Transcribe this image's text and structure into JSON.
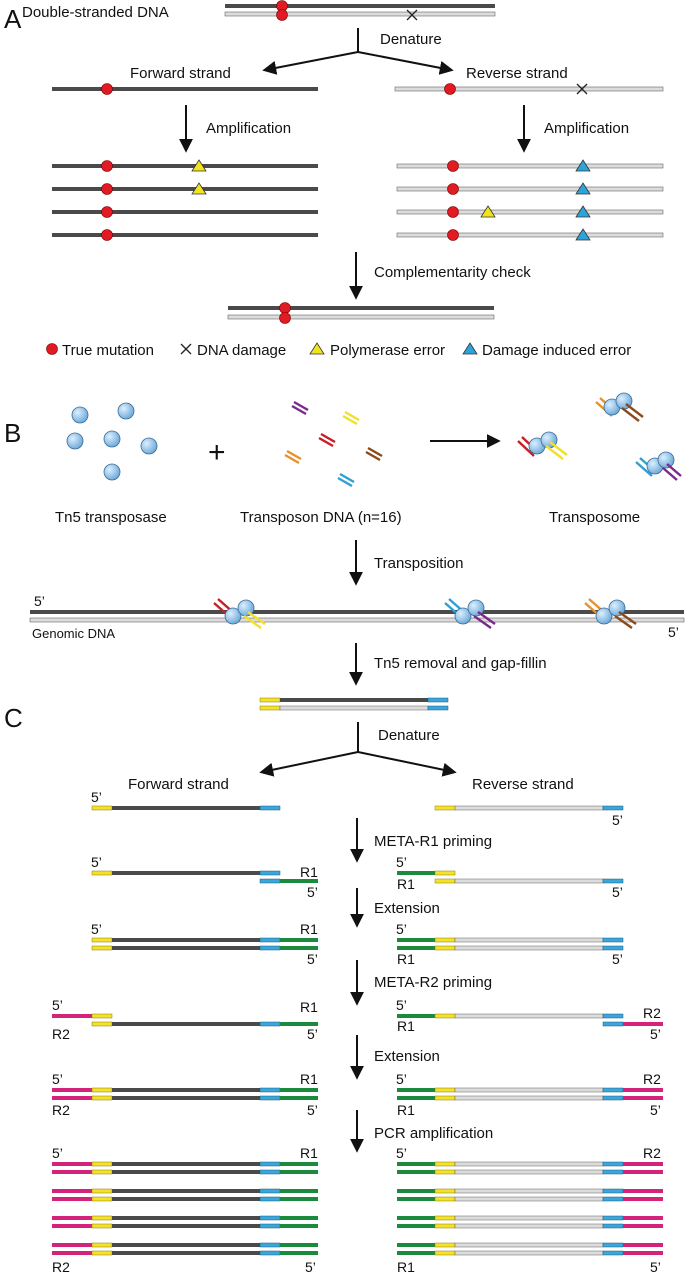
{
  "panel_a": {
    "letter": "A",
    "top_label": "Double-stranded DNA",
    "denature": "Denature",
    "forward": "Forward strand",
    "reverse": "Reverse strand",
    "amp_left": "Amplification",
    "amp_right": "Amplification",
    "check": "Complementarity check",
    "legend": {
      "true_mutation": "True mutation",
      "damage": "DNA damage",
      "polymerase": "Polymerase error",
      "damage_error": "Damage induced error"
    }
  },
  "panel_b": {
    "letter": "B",
    "plus": "+",
    "tn5": "Tn5 transposase",
    "transposon": "Transposon DNA (n=16)",
    "transposome": "Transposome",
    "transposition": "Transposition",
    "genomic": "Genomic DNA",
    "removal": "Tn5 removal and gap-fillin"
  },
  "panel_c": {
    "letter": "C",
    "denature": "Denature",
    "forward": "Forward strand",
    "reverse": "Reverse strand",
    "r1_priming": "META-R1 priming",
    "extension_1": "Extension",
    "r2_priming": "META-R2 priming",
    "extension_2": "Extension",
    "pcr": "PCR amplification"
  },
  "ends": {
    "five_prime": "5’",
    "r1": "R1",
    "r2": "R2"
  },
  "colors": {
    "dark_strand": "#4a4a4a",
    "light_strand": "#d9d9d9",
    "true_mutation": "#e01b24",
    "polymerase_error": "#f2e41c",
    "damage_error": "#2aa4d9",
    "adapter_yellow": "#f4e22a",
    "adapter_blue": "#3aa6da",
    "r1_primer": "#1a8a3c",
    "r2_primer": "#d4237a",
    "tn5": "#8fc3ea"
  }
}
